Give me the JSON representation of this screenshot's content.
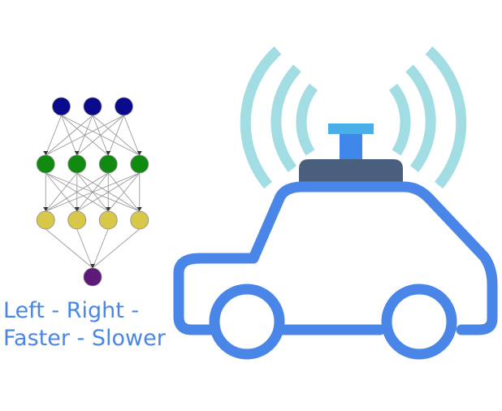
{
  "caption": {
    "line1": "Left - Right -",
    "line2": "Faster - Slower"
  },
  "neural_network": {
    "layers": [
      {
        "role": "input",
        "neurons": 3,
        "color": "#0a0a8c"
      },
      {
        "role": "hidden",
        "neurons": 4,
        "color": "#118a11"
      },
      {
        "role": "hidden",
        "neurons": 4,
        "color": "#d8c84a"
      },
      {
        "role": "output",
        "neurons": 1,
        "color": "#5e1a78"
      }
    ],
    "edge_color": "#9a9a9a"
  },
  "car": {
    "body_color": "#4a86e8",
    "roof_base_color": "#4a5f7e",
    "beacon_color": "#3f87ea",
    "beacon_cap_color": "#4aaee8",
    "signal_color": "#a3dde4",
    "signal_waves_per_side": 3
  }
}
